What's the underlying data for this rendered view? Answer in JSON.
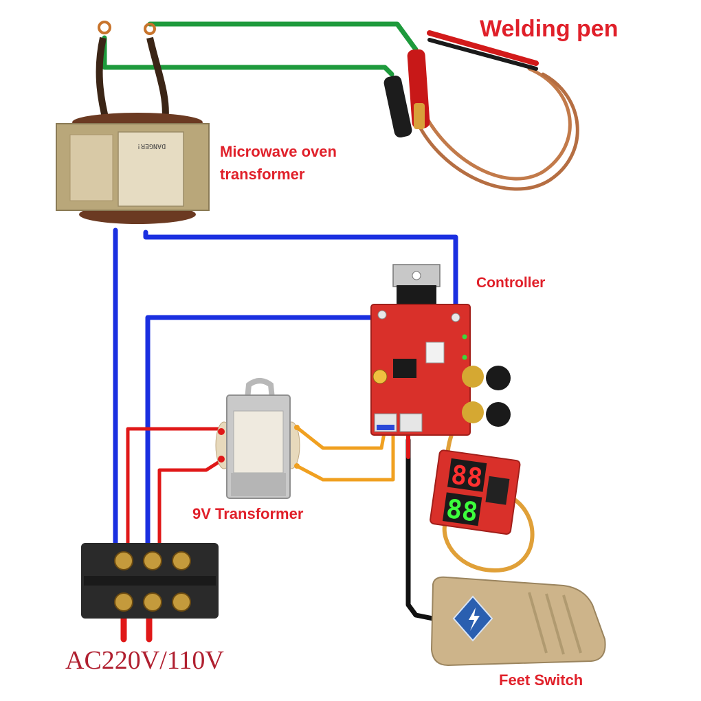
{
  "labels": {
    "welding_pen": "Welding pen",
    "microwave_line1": "Microwave oven",
    "microwave_line2": "transformer",
    "controller": "Controller",
    "nine_v_transformer": "9V Transformer",
    "ac_input": "AC220V/110V",
    "feet_switch": "Feet Switch"
  },
  "display": {
    "top_digits": "88",
    "bottom_digits": "88"
  },
  "colors": {
    "label_red": "#e0202a",
    "wire_blue": "#1a2fe0",
    "wire_green": "#1e9a3c",
    "wire_red": "#e01818",
    "wire_orange": "#f0a020",
    "wire_black": "#111111",
    "pcb_red": "#d9302a",
    "transformer_brass": "#b9a77a",
    "pedal_tan": "#cdb48a",
    "terminal_block": "#2a2a2a"
  },
  "icons": {
    "pedal_logo": "lightning-diamond-icon",
    "knob": "knob-icon",
    "screw": "screw-terminal-icon"
  }
}
